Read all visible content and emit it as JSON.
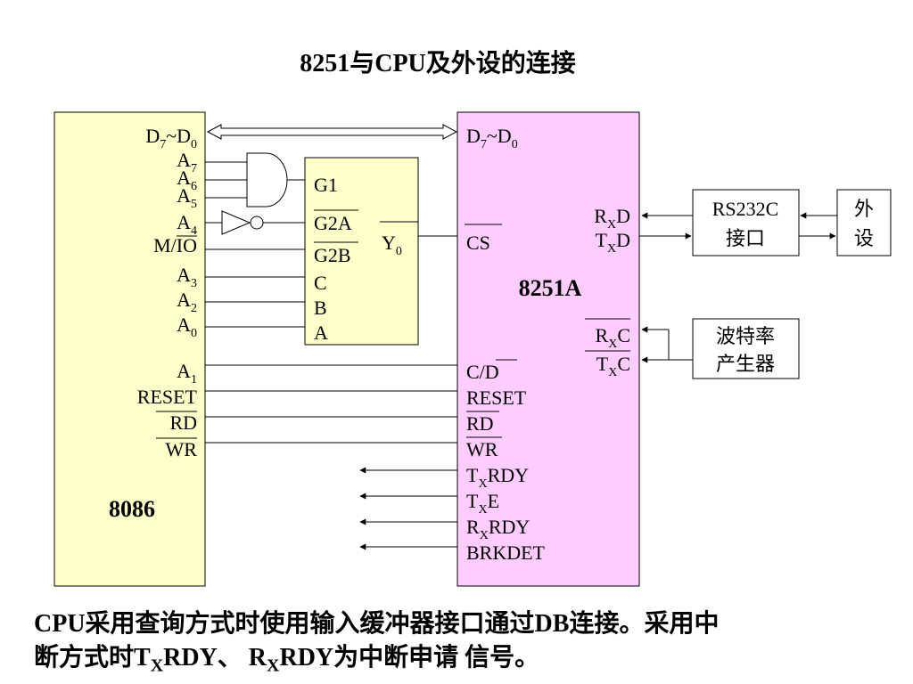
{
  "title": "8251与CPU及外设的连接",
  "cpu": {
    "name": "8086",
    "pins": {
      "d7d0": {
        "main": "D",
        "sub1": "7",
        "mid": "~D",
        "sub2": "0"
      },
      "a7": {
        "main": "A",
        "sub": "7"
      },
      "a6": {
        "main": "A",
        "sub": "6"
      },
      "a5": {
        "main": "A",
        "sub": "5"
      },
      "a4": {
        "main": "A",
        "sub": "4"
      },
      "mio": "M/IO",
      "a3": {
        "main": "A",
        "sub": "3"
      },
      "a2": {
        "main": "A",
        "sub": "2"
      },
      "a0": {
        "main": "A",
        "sub": "0"
      },
      "a1": {
        "main": "A",
        "sub": "1"
      },
      "reset": "RESET",
      "rd": "RD",
      "wr": "WR"
    }
  },
  "decoder": {
    "inputs": [
      "G1",
      "G2A",
      "G2B",
      "C",
      "B",
      "A"
    ],
    "output": {
      "main": "Y",
      "sub": "0"
    }
  },
  "usart": {
    "name": "8251A",
    "pins": {
      "d7d0": {
        "main": "D",
        "sub1": "7",
        "mid": "~D",
        "sub2": "0"
      },
      "cs": "CS",
      "cd": "C/D",
      "reset": "RESET",
      "rd": "RD",
      "wr": "WR",
      "txrdy": {
        "main": "T",
        "sub": "X",
        "rest": "RDY"
      },
      "txe": {
        "main": "T",
        "sub": "X",
        "rest": "E"
      },
      "rxrdy": {
        "main": "R",
        "sub": "X",
        "rest": "RDY"
      },
      "brkdet": "BRKDET",
      "rxd": {
        "main": "R",
        "sub": "X",
        "rest": "D"
      },
      "txd": {
        "main": "T",
        "sub": "X",
        "rest": "D"
      },
      "rxc": {
        "main": "R",
        "sub": "X",
        "rest": "C"
      },
      "txc": {
        "main": "T",
        "sub": "X",
        "rest": "C"
      }
    }
  },
  "rs232": {
    "line1": "RS232C",
    "line2": "接口"
  },
  "peripheral": {
    "line1": "外",
    "line2": "设"
  },
  "baud": {
    "line1": "波特率",
    "line2": "产生器"
  },
  "caption": {
    "line1": "CPU采用查询方式时使用输入缓冲器接口通过DB连接。采用中",
    "line2_a": "断方式时T",
    "line2_b": "X",
    "line2_c": "RDY、 R",
    "line2_d": "X",
    "line2_e": "RDY为中断申请 信号。"
  },
  "colors": {
    "cpu_fill": "#ffffcc",
    "usart_fill": "#ffccff",
    "decoder_fill": "#ffffcc",
    "box_fill": "#ffffff",
    "line": "#000000"
  }
}
